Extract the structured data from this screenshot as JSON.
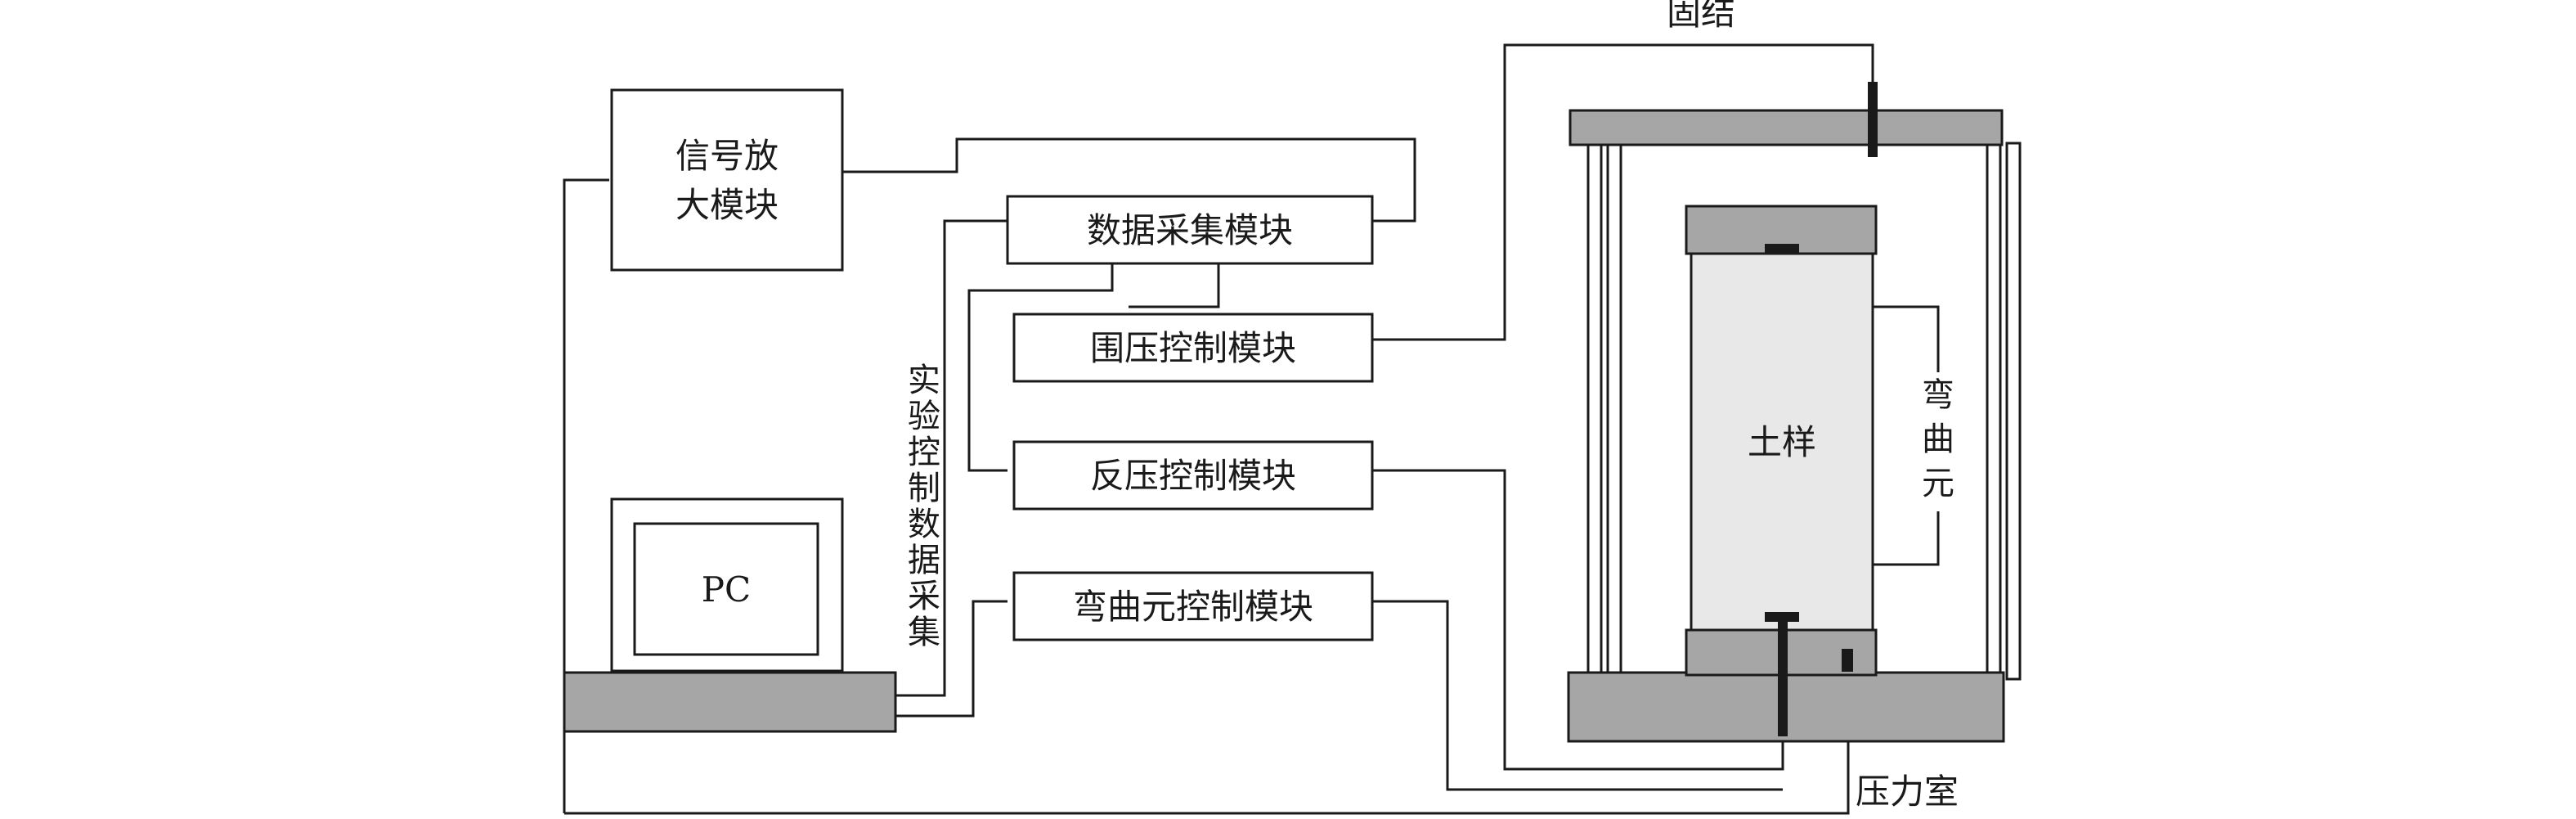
{
  "modules": {
    "signal_amp_line1": "信号放",
    "signal_amp_line2": "大模块",
    "data_acquisition": "数据采集模块",
    "confining_pressure": "围压控制模块",
    "back_pressure": "反压控制模块",
    "bender_element_control": "弯曲元控制模块"
  },
  "pc_label": "PC",
  "vertical_label_chars": [
    "实",
    "验",
    "控",
    "制",
    "数",
    "据",
    "采",
    "集"
  ],
  "cell": {
    "fixed_label": "固结",
    "soil_label": "土样",
    "bender_chars": [
      "弯",
      "曲",
      "元"
    ],
    "chamber_label": "压力室"
  },
  "colors": {
    "plate_gray": "#a6a6a6",
    "soil_light_gray": "#e8e8e8",
    "line_black": "#1a1a1a"
  }
}
